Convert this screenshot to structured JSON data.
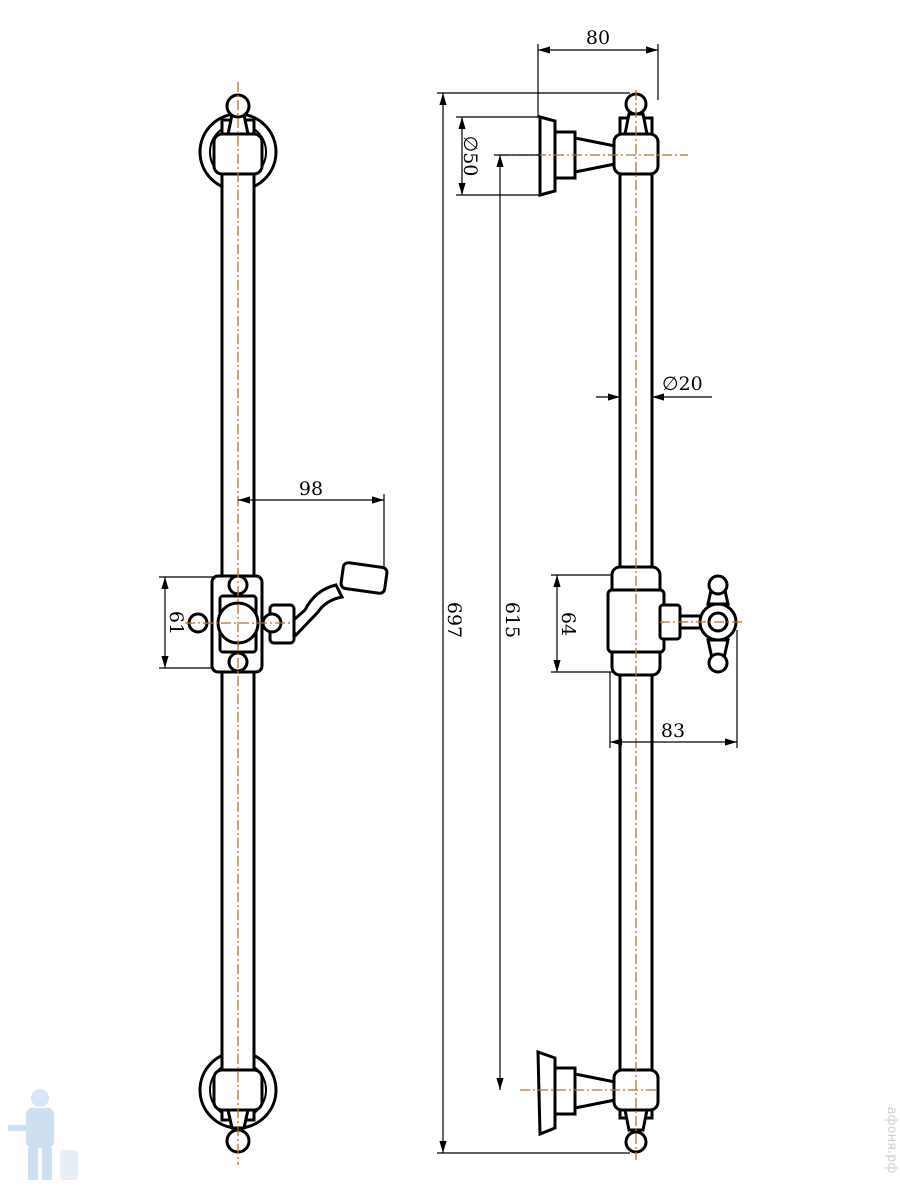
{
  "drawing": {
    "dimensions": {
      "bracket_offset": "80",
      "flange_diameter": "∅50",
      "rod_diameter": "∅20",
      "total_length": "697",
      "bracket_spacing": "615",
      "slider_height_side": "64",
      "handle_reach_side": "83",
      "handle_reach_front": "98",
      "slider_height_front": "61"
    },
    "colors": {
      "line": "#000000",
      "axis": "#b5722e"
    },
    "watermark": "афоня.рф"
  }
}
